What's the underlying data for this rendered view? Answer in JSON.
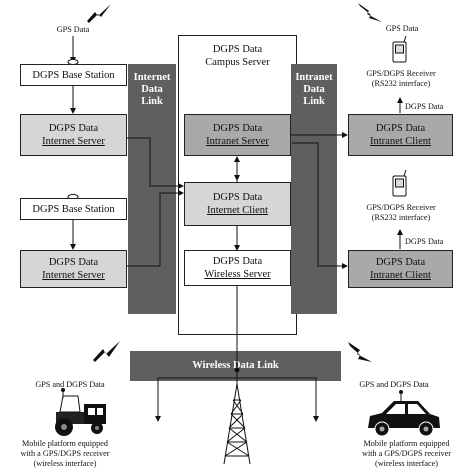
{
  "gps_data_top_left": "GPS Data",
  "gps_data_top_right": "GPS Data",
  "campus_server": {
    "line1": "DGPS Data",
    "line2": "Campus Server"
  },
  "internet_link": {
    "line1": "Internet",
    "line2": "Data",
    "line3": "Link"
  },
  "intranet_link": {
    "line1": "Intranet",
    "line2": "Data",
    "line3": "Link"
  },
  "wireless_link": "Wireless Data Link",
  "base_station_1": "DGPS Base Station",
  "base_station_2": "DGPS Base Station",
  "internet_server_1": {
    "line1": "DGPS Data",
    "line2": "Internet  Server"
  },
  "internet_server_2": {
    "line1": "DGPS Data",
    "line2": "Internet  Server"
  },
  "intranet_server": {
    "line1": "DGPS Data",
    "line2": "Intranet  Server"
  },
  "internet_client": {
    "line1": "DGPS Data",
    "line2": "Internet  Client"
  },
  "wireless_server": {
    "line1": "DGPS Data",
    "line2": "Wireless  Server"
  },
  "intranet_client_1": {
    "line1": "DGPS Data",
    "line2": "Intranet  Client"
  },
  "intranet_client_2": {
    "line1": "DGPS Data",
    "line2": "Intranet  Client"
  },
  "receiver_1": {
    "line1": "GPS/DGPS Receiver",
    "line2": "(RS232 interface)"
  },
  "receiver_2": {
    "line1": "GPS/DGPS Receiver",
    "line2": "(RS232 interface)"
  },
  "dgps_data_1": "DGPS Data",
  "dgps_data_2": "DGPS Data",
  "gps_dgps_left": "GPS and DGPS Data",
  "gps_dgps_right": "GPS and DGPS Data",
  "mobile_left": {
    "line1": "Mobile platform equipped",
    "line2": "with a GPS/DGPS receiver",
    "line3": "(wireless interface)"
  },
  "mobile_right": {
    "line1": "Mobile platform equipped",
    "line2": "with a GPS/DGPS receiver",
    "line3": "(wireless interface)"
  },
  "icons": [
    "lightning-icon",
    "gps-antenna-icon",
    "handheld-receiver-icon",
    "radio-tower-icon",
    "tractor-icon",
    "car-icon"
  ],
  "colors": {
    "band": "#5f5f5f",
    "box_light": "#d6d6d6",
    "box_mid": "#a9a9a9"
  }
}
